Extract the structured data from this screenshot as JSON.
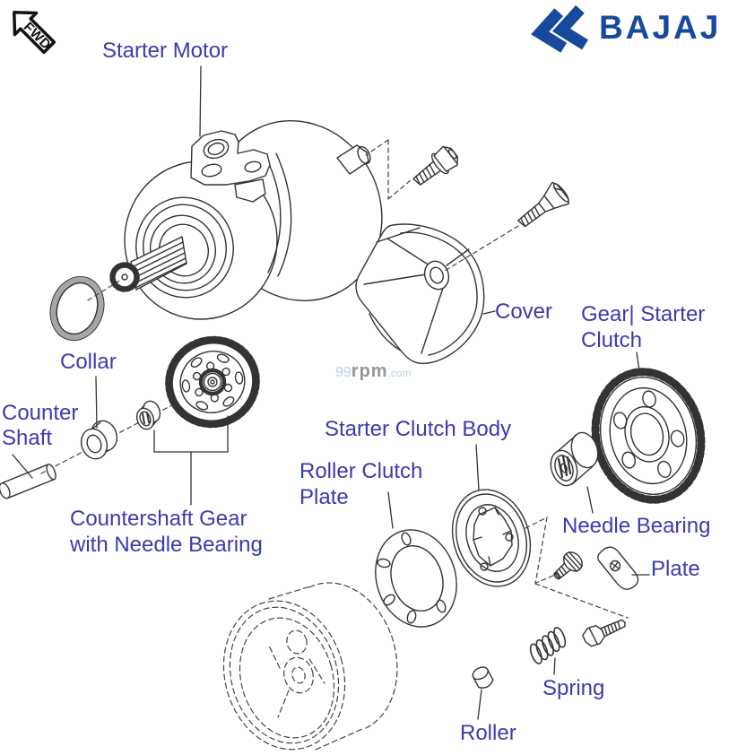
{
  "fwd_badge": "FWD",
  "brand": {
    "name": "BAJAJ",
    "color": "#17499d"
  },
  "watermark": {
    "part1": "99",
    "part2": "rpm",
    "part3": ".com"
  },
  "labels": {
    "starter_motor": "Starter Motor",
    "cover": "Cover",
    "gear_starter_clutch": {
      "line1": "Gear| Starter",
      "line2": "Clutch"
    },
    "collar": "Collar",
    "counter_shaft": {
      "line1": "Counter",
      "line2": "Shaft"
    },
    "countershaft_gear": {
      "line1": "Countershaft Gear",
      "line2": "with Needle Bearing"
    },
    "starter_clutch_body": "Starter Clutch Body",
    "roller_clutch_plate": {
      "line1": "Roller Clutch",
      "line2": "Plate"
    },
    "needle_bearing": "Needle Bearing",
    "plate": "Plate",
    "spring": "Spring",
    "roller": "Roller"
  },
  "colors": {
    "label_text": "#3b3bad",
    "line_art": "#333333",
    "dashed_reference": "#444444",
    "oring_band": "#a6a6a6",
    "watermark_light": "#b5d3e8",
    "watermark_gray": "#969696"
  }
}
